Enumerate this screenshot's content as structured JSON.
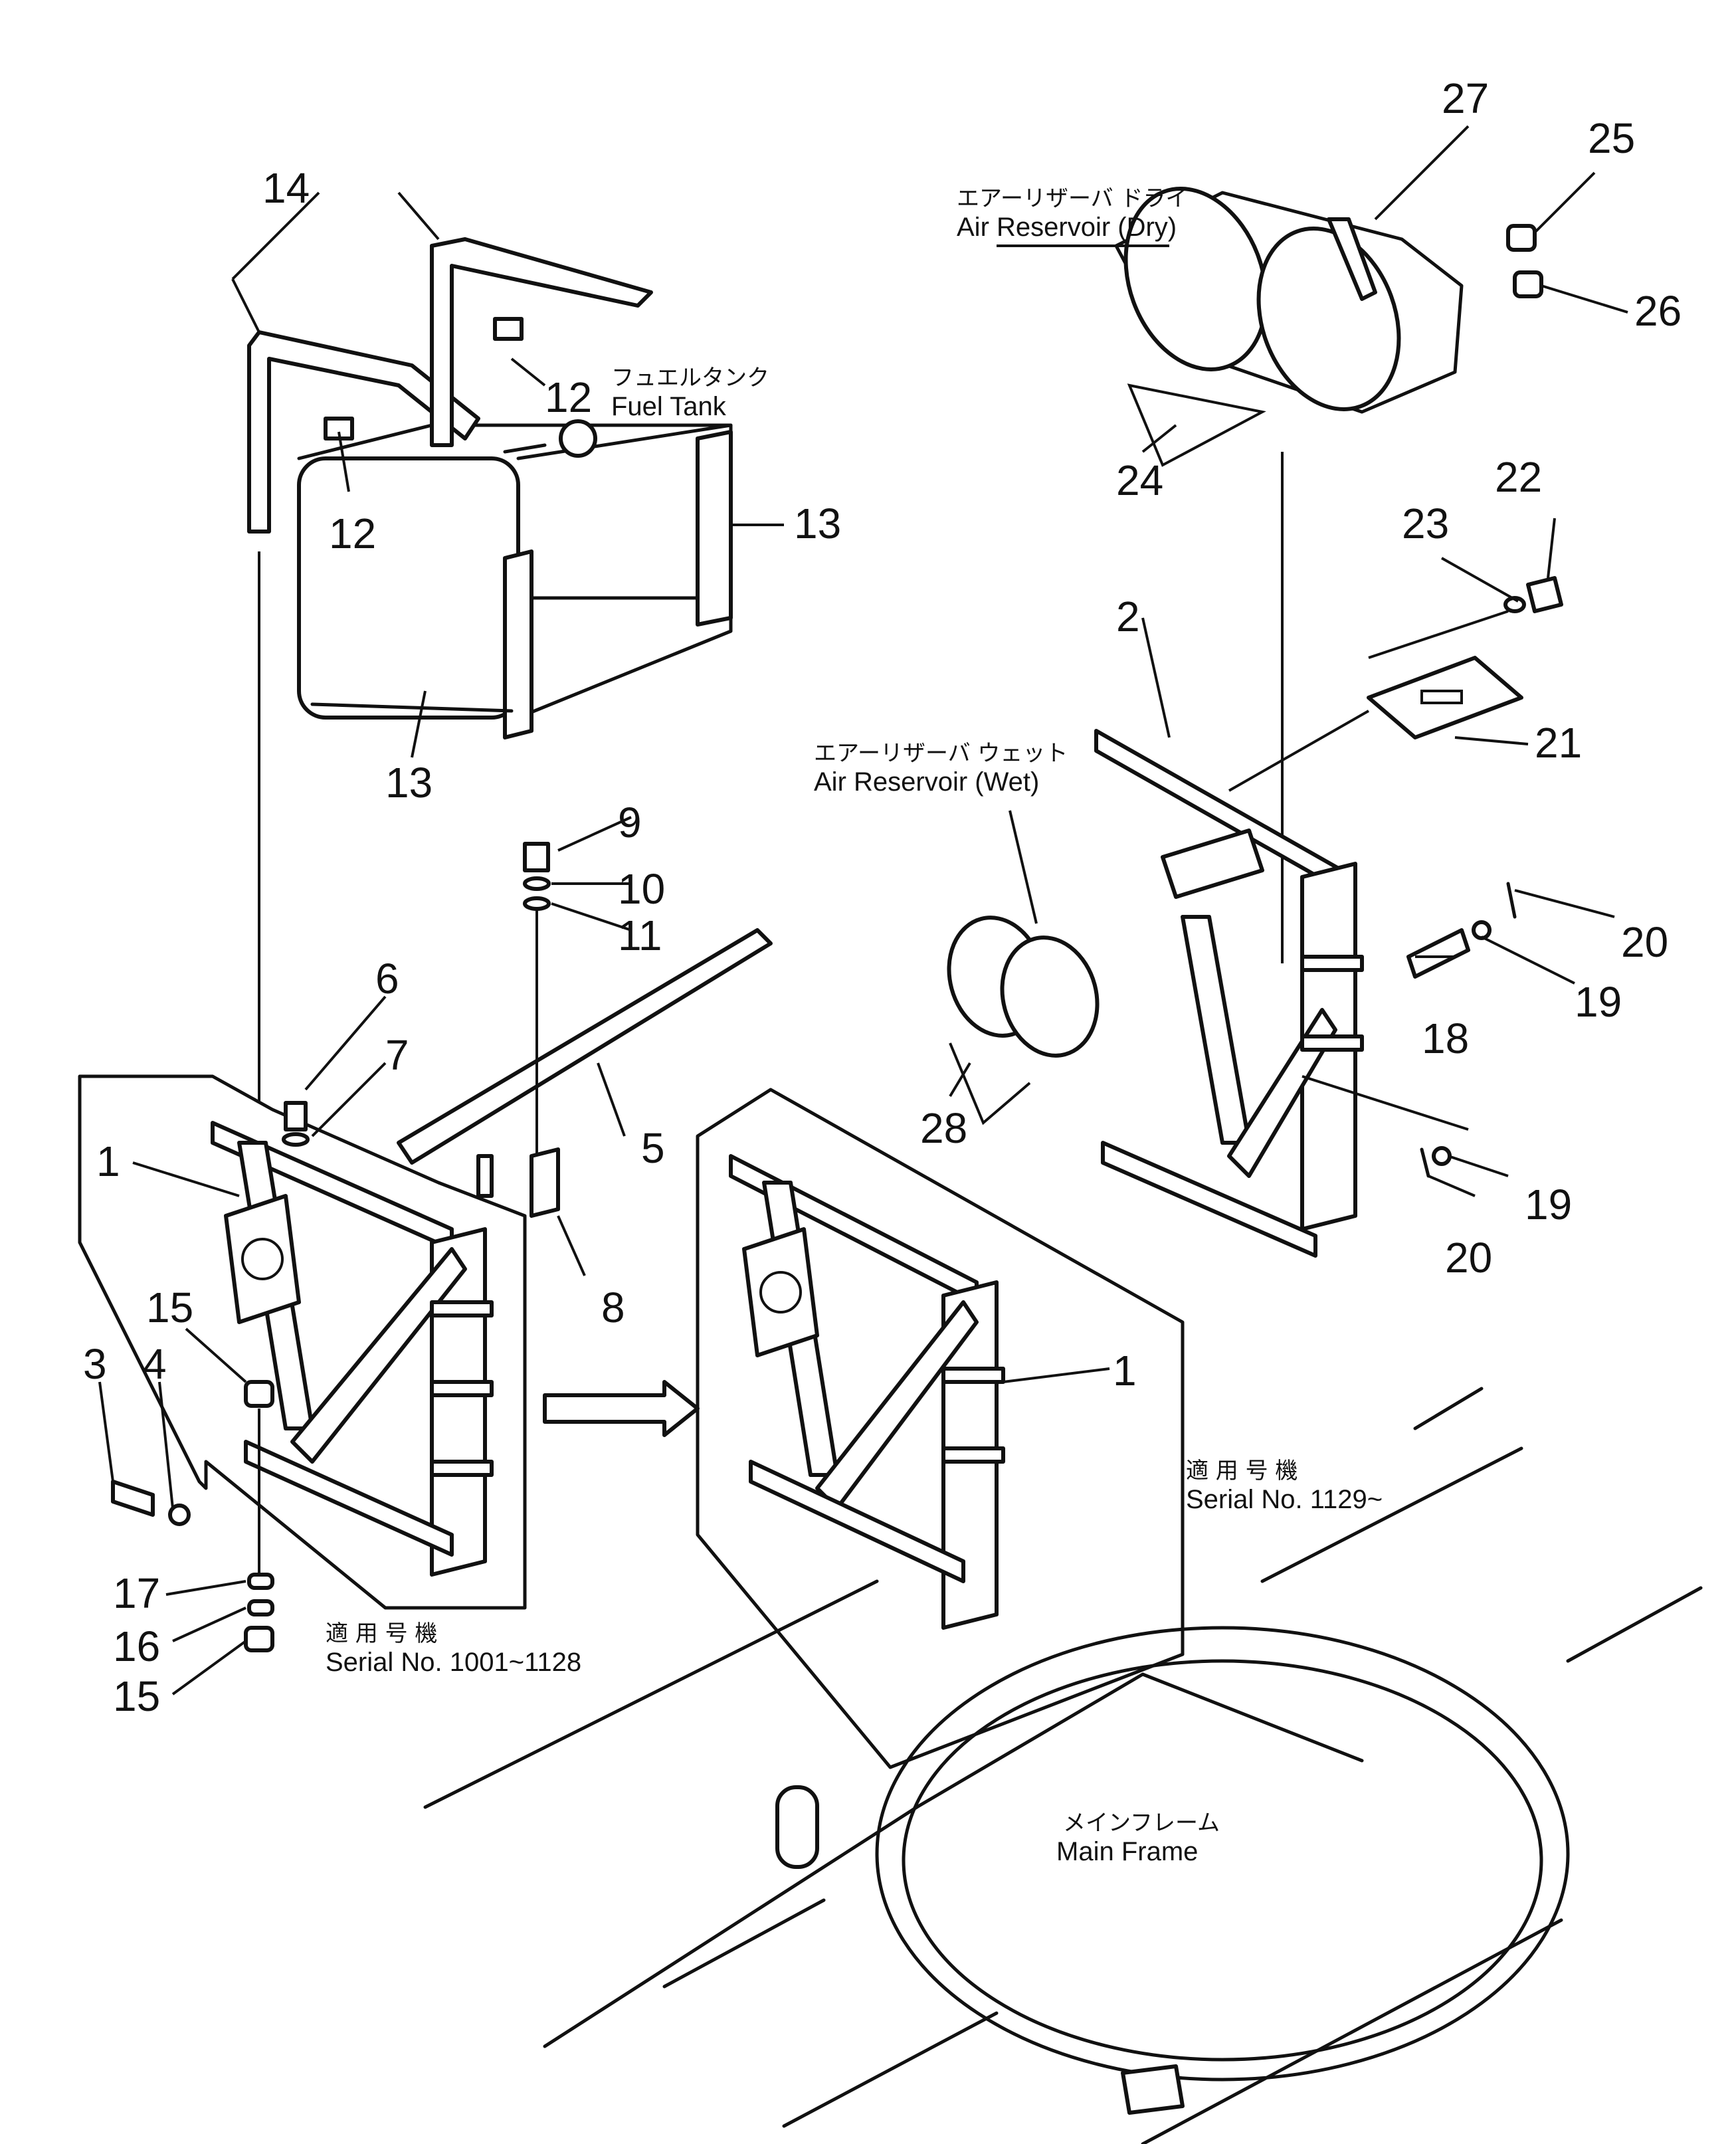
{
  "part_numbers": [
    "1",
    "1",
    "2",
    "3",
    "4",
    "5",
    "6",
    "7",
    "8",
    "9",
    "10",
    "11",
    "12",
    "12",
    "13",
    "13",
    "14",
    "15",
    "15",
    "16",
    "17",
    "18",
    "19",
    "19",
    "20",
    "20",
    "21",
    "22",
    "23",
    "24",
    "25",
    "26",
    "27",
    "28"
  ],
  "labels": {
    "fuel_tank_jp": "フュエルタンク",
    "fuel_tank_en": "Fuel Tank",
    "air_dry_jp": "エアーリザーバ ドライ",
    "air_dry_en": "Air Reservoir (Dry)",
    "air_wet_jp": "エアーリザーバ ウェット",
    "air_wet_en": "Air Reservoir (Wet)",
    "serial_old_jp": "適 用 号 機",
    "serial_old_en": "Serial No. 1001~1128",
    "serial_new_jp": "適 用 号 機",
    "serial_new_en": "Serial No. 1129~",
    "main_frame_jp": "メインフレーム",
    "main_frame_en": "Main Frame"
  }
}
